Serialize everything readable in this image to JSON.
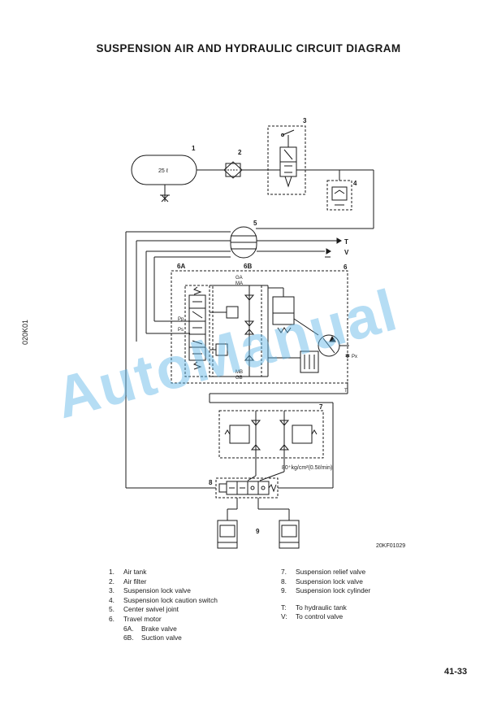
{
  "title": "SUSPENSION AIR AND HYDRAULIC CIRCUIT DIAGRAM",
  "side_code": "020K01",
  "figure_code": "20KF01029",
  "page_number": "41-33",
  "watermark": "AutoManual",
  "diagram": {
    "tank_capacity": "25 ℓ",
    "labels": {
      "n1": "1",
      "n2": "2",
      "n3": "3",
      "n4": "4",
      "n5": "5",
      "n6": "6",
      "n6a": "6A",
      "n6b": "6B",
      "n7": "7",
      "n8": "8",
      "n9": "9",
      "port_t": "T",
      "port_v": "V",
      "port_t_small": "T",
      "ga": "GA",
      "ma": "MA",
      "mb": "MB",
      "gb": "GB",
      "pp": "Pp",
      "ps": "Ps",
      "px": "Px",
      "px_sym": "✽",
      "relief_setting": "80⁺kg/cm²(0.5ℓ/min)"
    }
  },
  "legend_left": [
    {
      "num": "1.",
      "text": "Air tank"
    },
    {
      "num": "2.",
      "text": "Air filter"
    },
    {
      "num": "3.",
      "text": "Suspension lock valve"
    },
    {
      "num": "4.",
      "text": "Suspension lock caution switch"
    },
    {
      "num": "5.",
      "text": "Center swivel joint"
    },
    {
      "num": "6.",
      "text": "Travel motor"
    }
  ],
  "legend_sub": [
    {
      "num": "6A.",
      "text": "Brake valve"
    },
    {
      "num": "6B.",
      "text": "Suction valve"
    }
  ],
  "legend_right": [
    {
      "num": "7.",
      "text": "Suspension relief valve"
    },
    {
      "num": "8.",
      "text": "Suspension lock valve"
    },
    {
      "num": "9.",
      "text": "Suspension lock cylinder"
    }
  ],
  "legend_ports": [
    {
      "num": "T:",
      "text": "To hydraulic tank"
    },
    {
      "num": "V:",
      "text": "To control valve"
    }
  ]
}
